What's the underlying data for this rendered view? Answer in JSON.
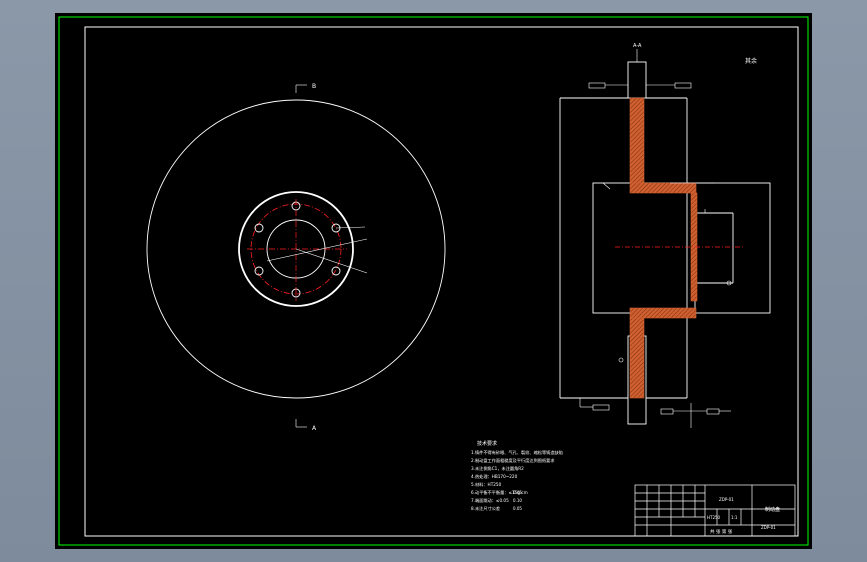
{
  "drawing": {
    "section_label_top": "A-A",
    "view_label_top": "B",
    "view_label_bottom": "A",
    "roughness_note": "其余",
    "tech_requirements": {
      "title": "技术要求",
      "lines": [
        "1.铸件不得有砂眼、气孔、裂纹、缩松等铸造缺陷",
        "2.制动盘工作面粗糙度及平行度达到图纸要求",
        "3.未注倒角C1，未注圆角R2",
        "4.热处理：HB170~220",
        "5.材料：HT250",
        "6.动平衡不平衡量：≤15g·cm",
        "7.端面跳动：≤0.05",
        "8.未注尺寸公差"
      ],
      "side_notes": [
        "0.05",
        "0.10",
        "0.05"
      ]
    },
    "title_block": {
      "drawing_no": "ZDP-01",
      "part_name": "制动盘",
      "material": "HT250",
      "scale": "1:1",
      "sheet_code": "ZDP-01",
      "school": "共 张 第 张"
    },
    "colors": {
      "background": "#000000",
      "line": "#ffffff",
      "center": "#ff2020",
      "section": "#d06030",
      "border": "#00ff00"
    }
  }
}
